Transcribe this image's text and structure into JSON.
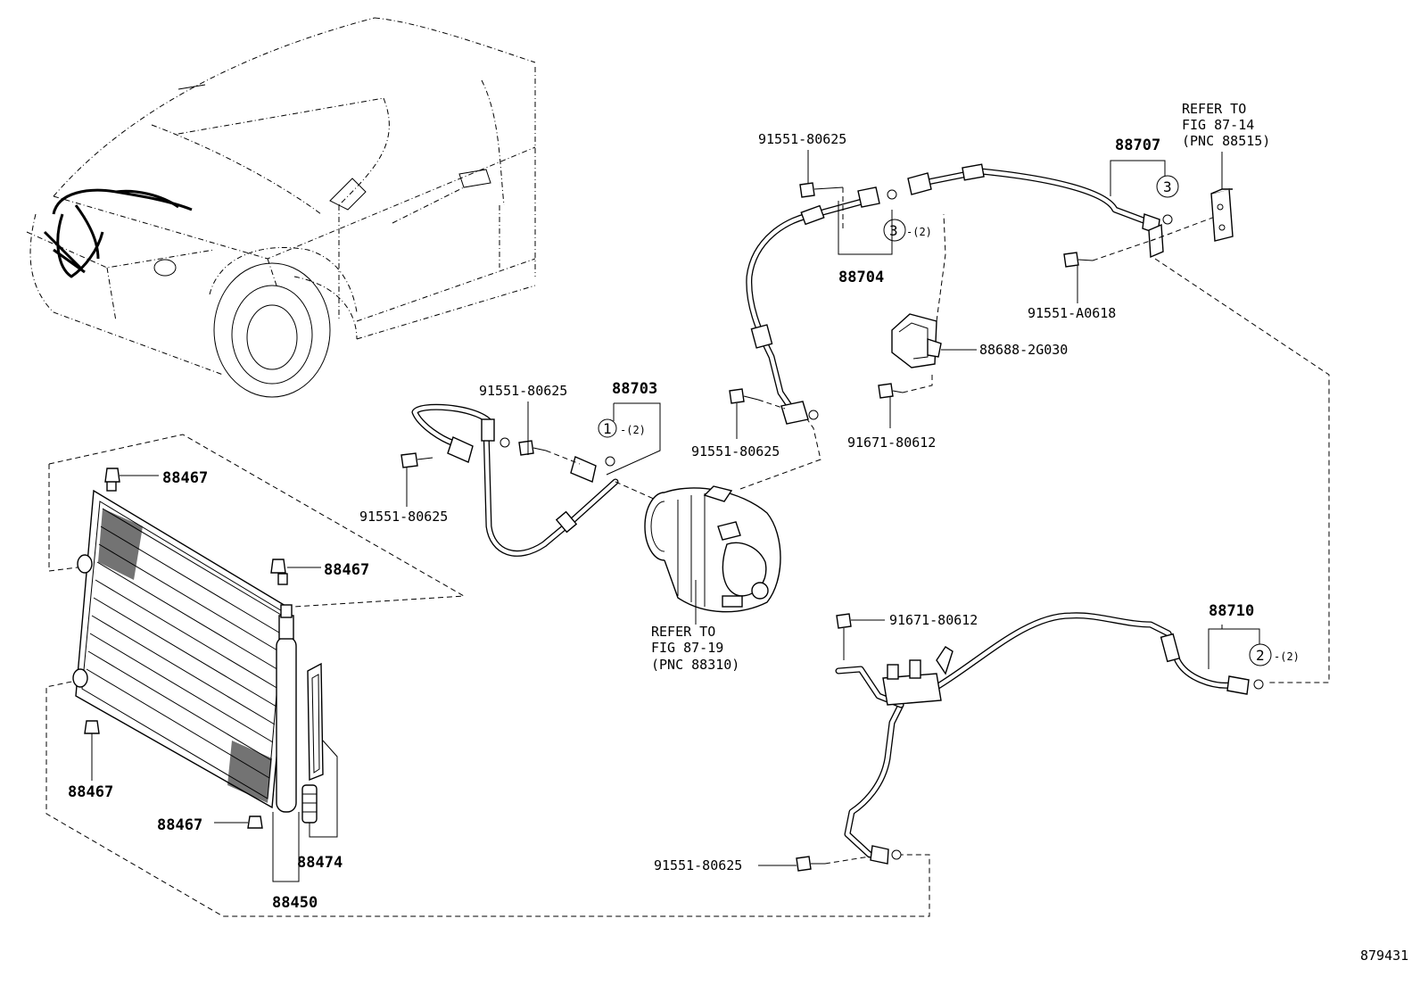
{
  "labels": {
    "bolt_top": "91551-80625",
    "p88704": "88704",
    "qty_3a": "-(2)",
    "circle_3": "3",
    "p88707": "88707",
    "refer_fig87_14": [
      "REFER TO",
      "FIG 87-14",
      "(PNC 88515)"
    ],
    "bolt_a0618": "91551-A0618",
    "bracket": "88688-2G030",
    "bolt_80612_top": "91671-80612",
    "bolt_center": "91551-80625",
    "p88703": "88703",
    "bolt_88703": "91551-80625",
    "circle_1": "1",
    "qty_1": "-(2)",
    "bolt_left": "91551-80625",
    "refer_fig87_19": [
      "REFER TO",
      "FIG 87-19",
      "(PNC 88310)"
    ],
    "cushion_a": "88467",
    "cushion_b": "88467",
    "cushion_c": "88467",
    "cushion_d": "88467",
    "p88474": "88474",
    "p88450": "88450",
    "bolt_80612_low": "91671-80612",
    "p88710": "88710",
    "circle_2": "2",
    "qty_2": "-(2)",
    "bolt_bottom": "91551-80625",
    "fig_no": "879431"
  }
}
